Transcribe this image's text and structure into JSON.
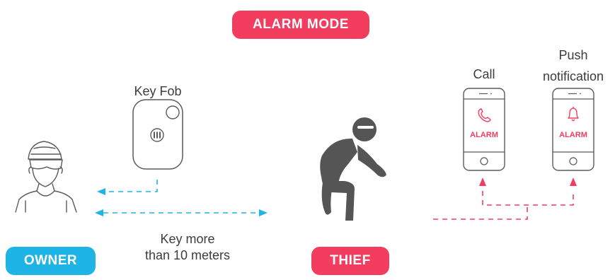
{
  "title": "ALARM MODE",
  "roles": {
    "owner": "OWNER",
    "thief": "THIEF"
  },
  "labels": {
    "key_fob": "Key Fob",
    "distance_line1": "Key more",
    "distance_line2": "than 10 meters",
    "call": "Call",
    "push_line1": "Push",
    "push_line2": "notification"
  },
  "phones": {
    "call_phone_text": "ALARM",
    "push_phone_text": "ALARM"
  },
  "colors": {
    "alarm_red": "#F23D5E",
    "owner_blue": "#1EB4E6",
    "line_gray": "#5a5a5a",
    "figure_gray": "#555555"
  },
  "icons": {
    "owner": "cyclist-helmet-icon",
    "thief": "thief-figure-icon",
    "key_fob": "key-fob-icon",
    "call": "phone-handset-icon",
    "push": "bell-icon"
  }
}
